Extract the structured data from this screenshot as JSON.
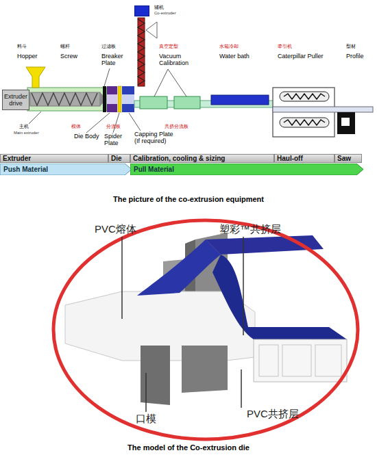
{
  "diagram": {
    "nodes": [
      {
        "text": [
          "辅机",
          "Co-extruder"
        ]
      },
      {
        "text": [
          "Extruder drive"
        ]
      },
      {
        "text": [
          "Extruder"
        ]
      },
      {
        "text": [
          "Die"
        ]
      },
      {
        "text": [
          "Calibration, cooling & sizing"
        ]
      },
      {
        "text": [
          "Haul-off"
        ]
      },
      {
        "text": [
          "Saw"
        ]
      },
      {
        "text": [
          "Push Material"
        ]
      },
      {
        "text": [
          "Pull Material"
        ]
      }
    ],
    "labels": [
      "料斗",
      "Hopper",
      "螺杆",
      "Screw",
      "过滤板",
      "Breaker Plate",
      "真空定型",
      "Vacuum Calibration",
      "水箱冷却",
      "Water bath",
      "牵引机",
      "Caterpillar Puller",
      "型材",
      "Profile",
      "主机",
      "Main extruder",
      "模体",
      "Die Body",
      "分流板",
      "Spider Plate",
      "Capping Plate (If required)",
      "共挤分流板",
      "The picture of the co-extrusion equipment",
      "PVC熔体",
      "塑彩™共挤层",
      "口模",
      "PVC共挤层",
      "The model of the Co-extrusion die"
    ]
  }
}
